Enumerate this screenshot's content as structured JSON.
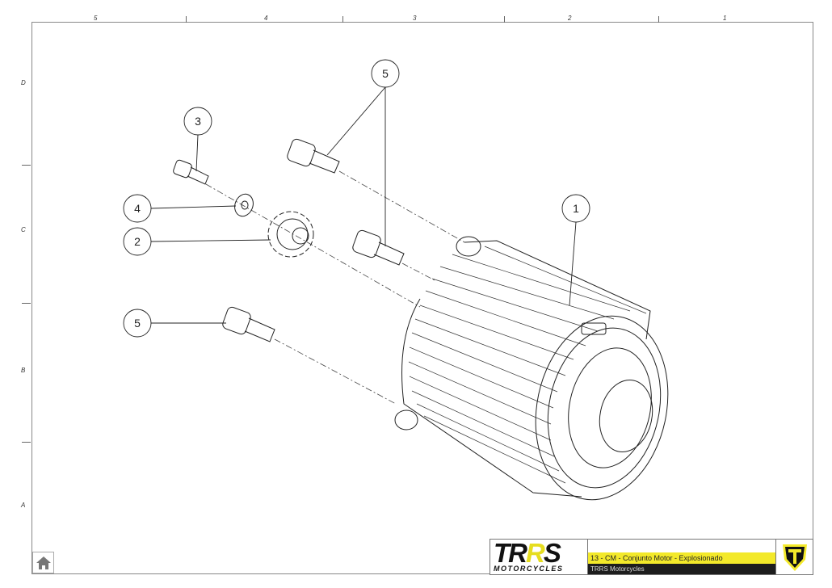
{
  "border": {
    "columns": [
      "5",
      "4",
      "3",
      "2",
      "1"
    ],
    "rows": [
      "D",
      "C",
      "B",
      "A"
    ]
  },
  "callouts": [
    {
      "id": "5",
      "part": "screw-top"
    },
    {
      "id": "3",
      "part": "small-screw"
    },
    {
      "id": "4",
      "part": "washer"
    },
    {
      "id": "2",
      "part": "sprocket"
    },
    {
      "id": "5",
      "part": "screw-bottom"
    },
    {
      "id": "1",
      "part": "motor"
    }
  ],
  "title_block": {
    "logo_main_a": "TR",
    "logo_main_b": "R",
    "logo_main_c": "S",
    "logo_sub": "MOTORCYCLES",
    "title": "13 - CM - Conjunto Motor - Explosionado",
    "company": "TRRS Motorcycles"
  },
  "colors": {
    "accent": "#f3e92a",
    "dark": "#1d1d1d"
  }
}
